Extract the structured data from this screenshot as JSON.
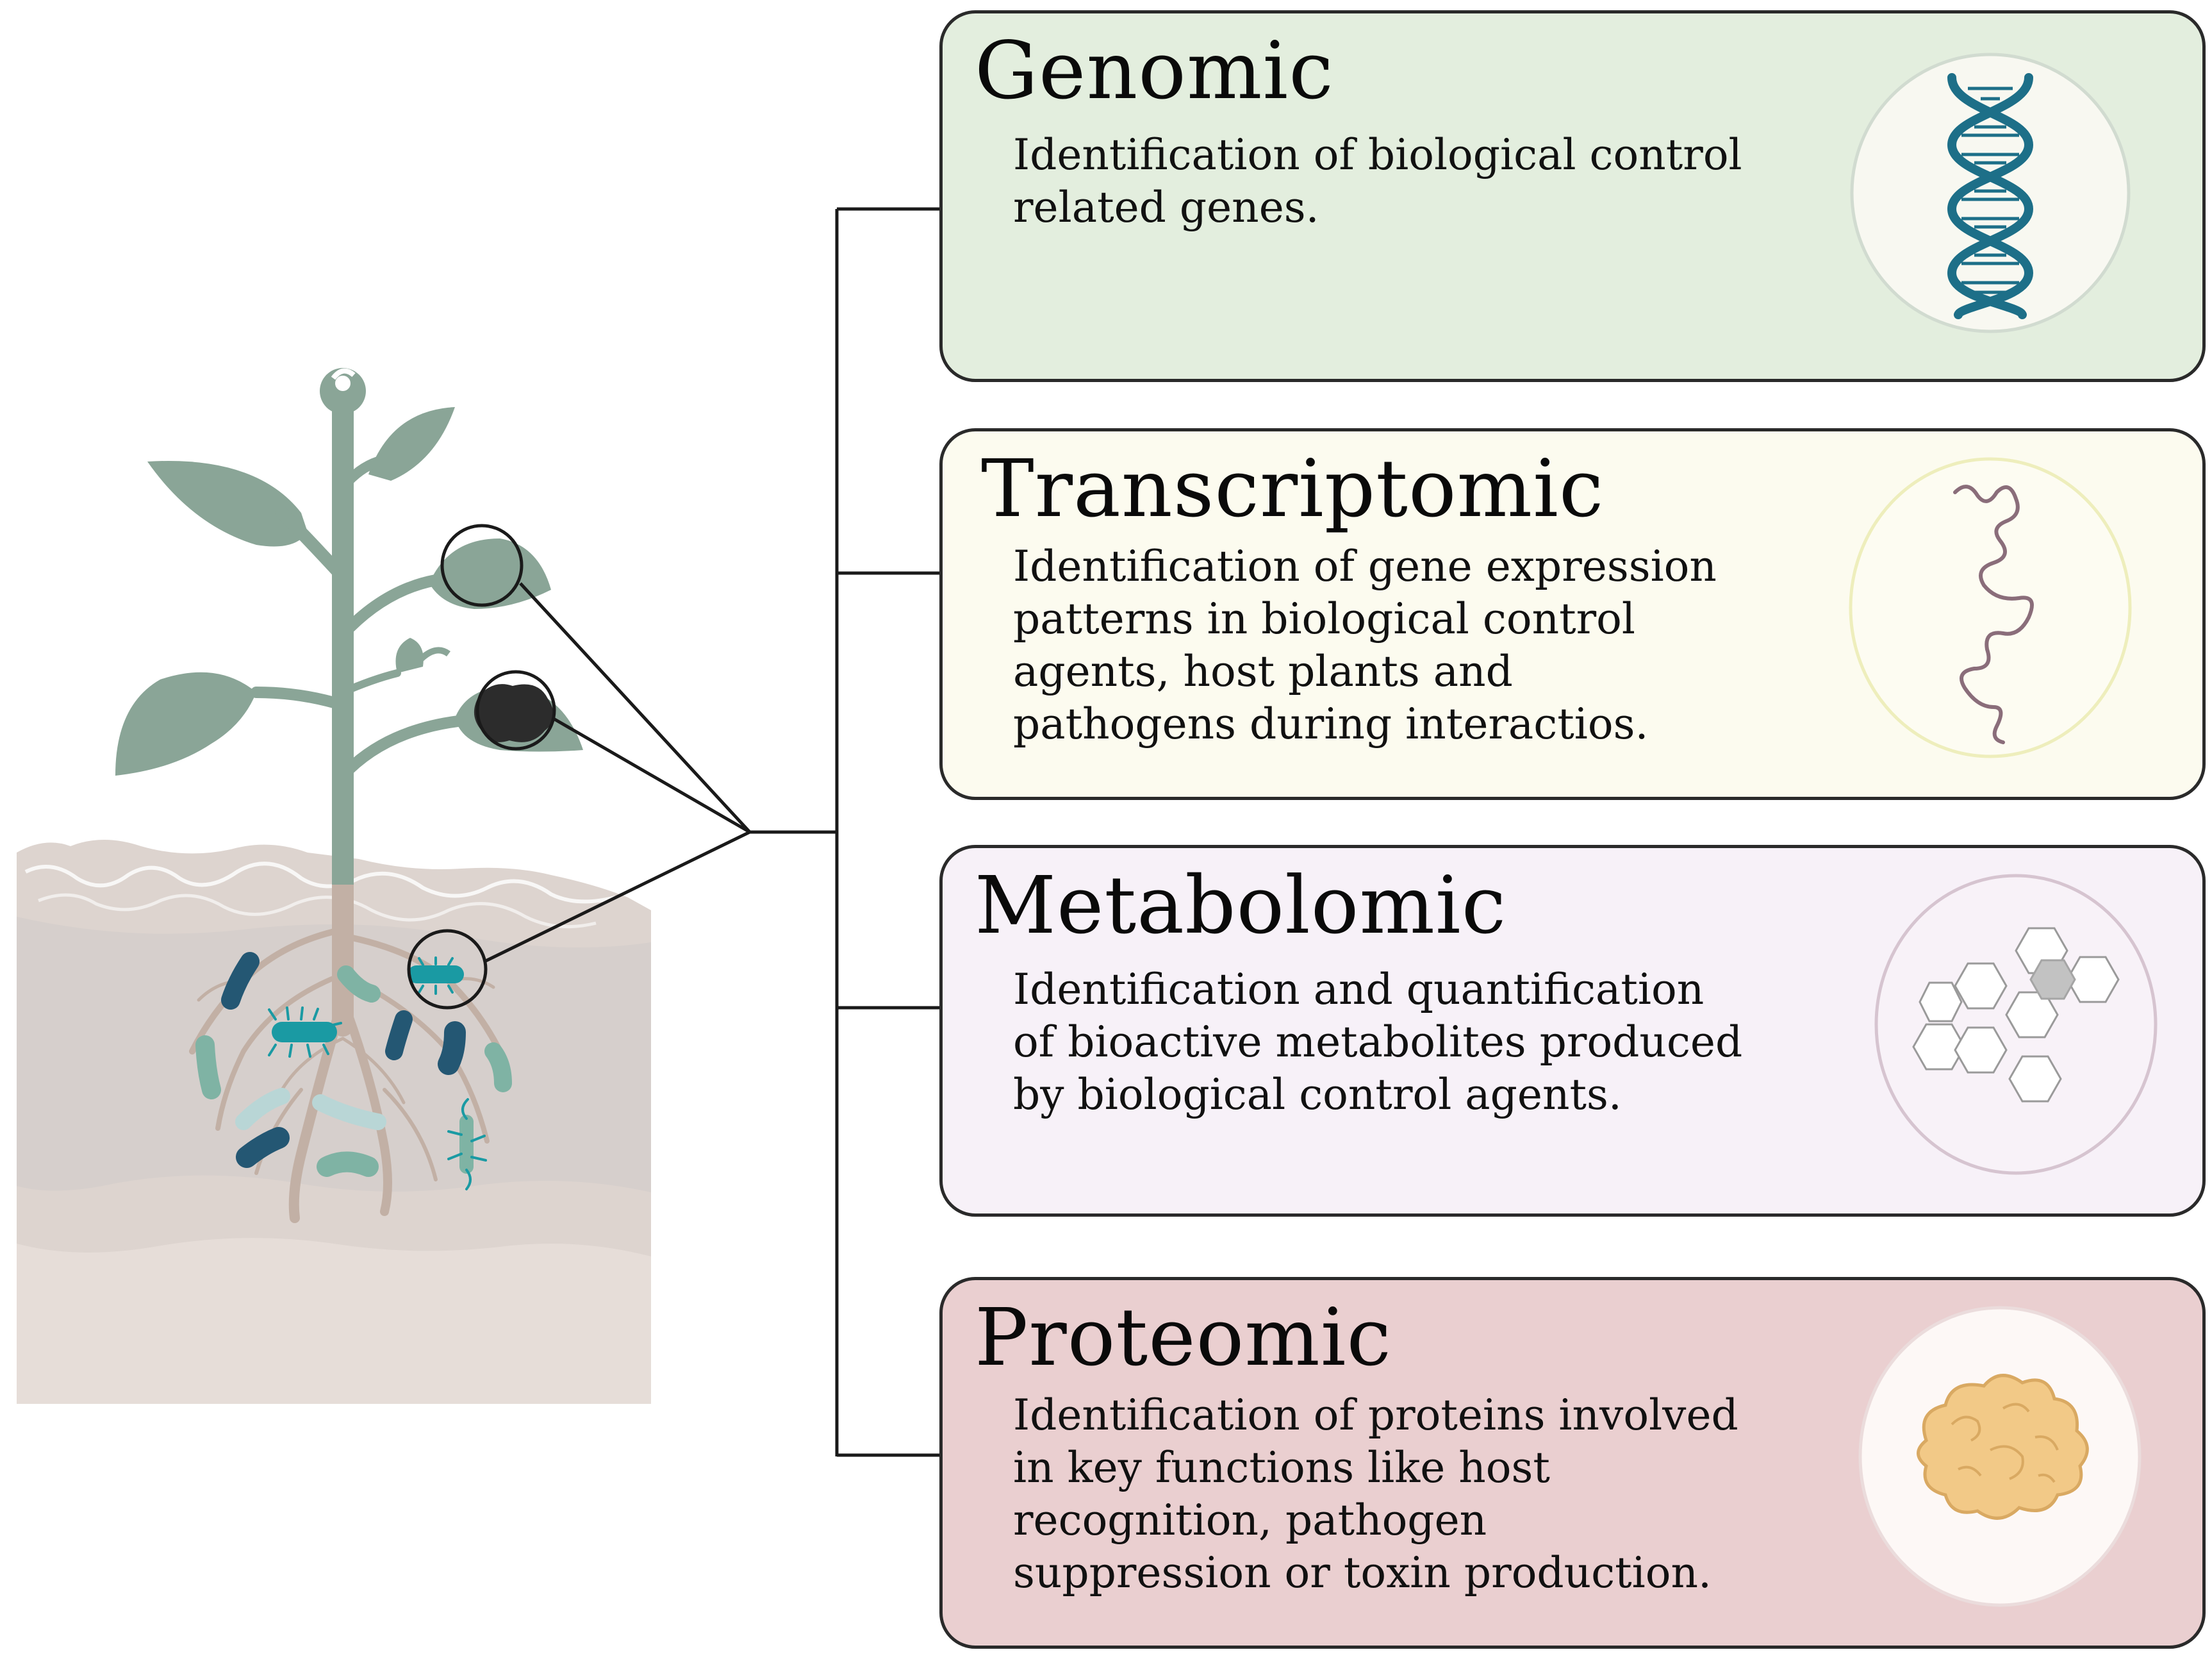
{
  "cards": [
    {
      "id": "genomic",
      "title": "Genomic",
      "description": "Identification of biological control\nrelated genes.",
      "icon": "dna-helix-icon",
      "background": "#e3eede"
    },
    {
      "id": "transcriptomic",
      "title": "Transcriptomic",
      "description": "Identification of gene expression\npatterns in biological control\nagents, host plants and\npathogens during interactios.",
      "icon": "rna-strand-icon",
      "background": "#fcfbef"
    },
    {
      "id": "metabolomic",
      "title": "Metabolomic",
      "description": "Identification and quantification\nof bioactive metabolites produced\nby biological control agents.",
      "icon": "hexagon-molecule-icon",
      "background": "#f7f1f8"
    },
    {
      "id": "proteomic",
      "title": "Proteomic",
      "description": "Identification of proteins involved\nin key functions like host\nrecognition, pathogen\nsuppression or toxin production.",
      "icon": "protein-blob-icon",
      "background": "#eacfd0"
    }
  ],
  "colors": {
    "plant": "#8aa597",
    "root": "#c2b0a5",
    "soil_top": "#e5ddd9",
    "soil_mid": "#d9d2cf",
    "microbe_dark": "#245773",
    "microbe_teal": "#1a9aa3",
    "microbe_green": "#7fb3a4",
    "disease_spot": "#2c2c2c",
    "dna": "#1d6f88",
    "rna": "#8a6d7a",
    "protein": "#f2c987"
  }
}
